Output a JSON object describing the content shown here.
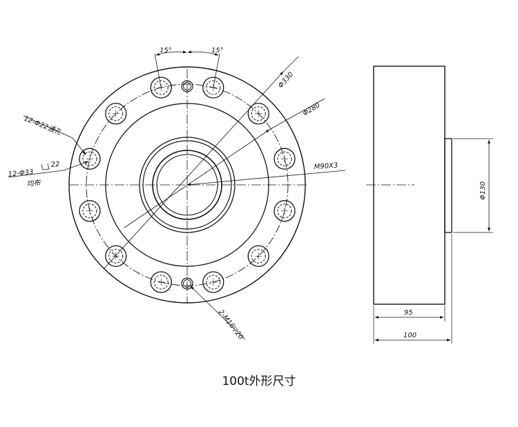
{
  "drawing": {
    "angle_left": "15°",
    "angle_right": "15°",
    "dia_330": "Φ330",
    "dia_280": "Φ280",
    "thread": "M90X3",
    "holes_through": "12-Φ22通孔",
    "holes_counterbore": "12-Φ33",
    "counterbore_depth": "22",
    "evenly_spaced": "均布",
    "tapped_holes": "2-M16▽20",
    "dia_130": "Φ130",
    "width_95": "95",
    "width_100": "100"
  },
  "caption": "100t外形尺寸"
}
